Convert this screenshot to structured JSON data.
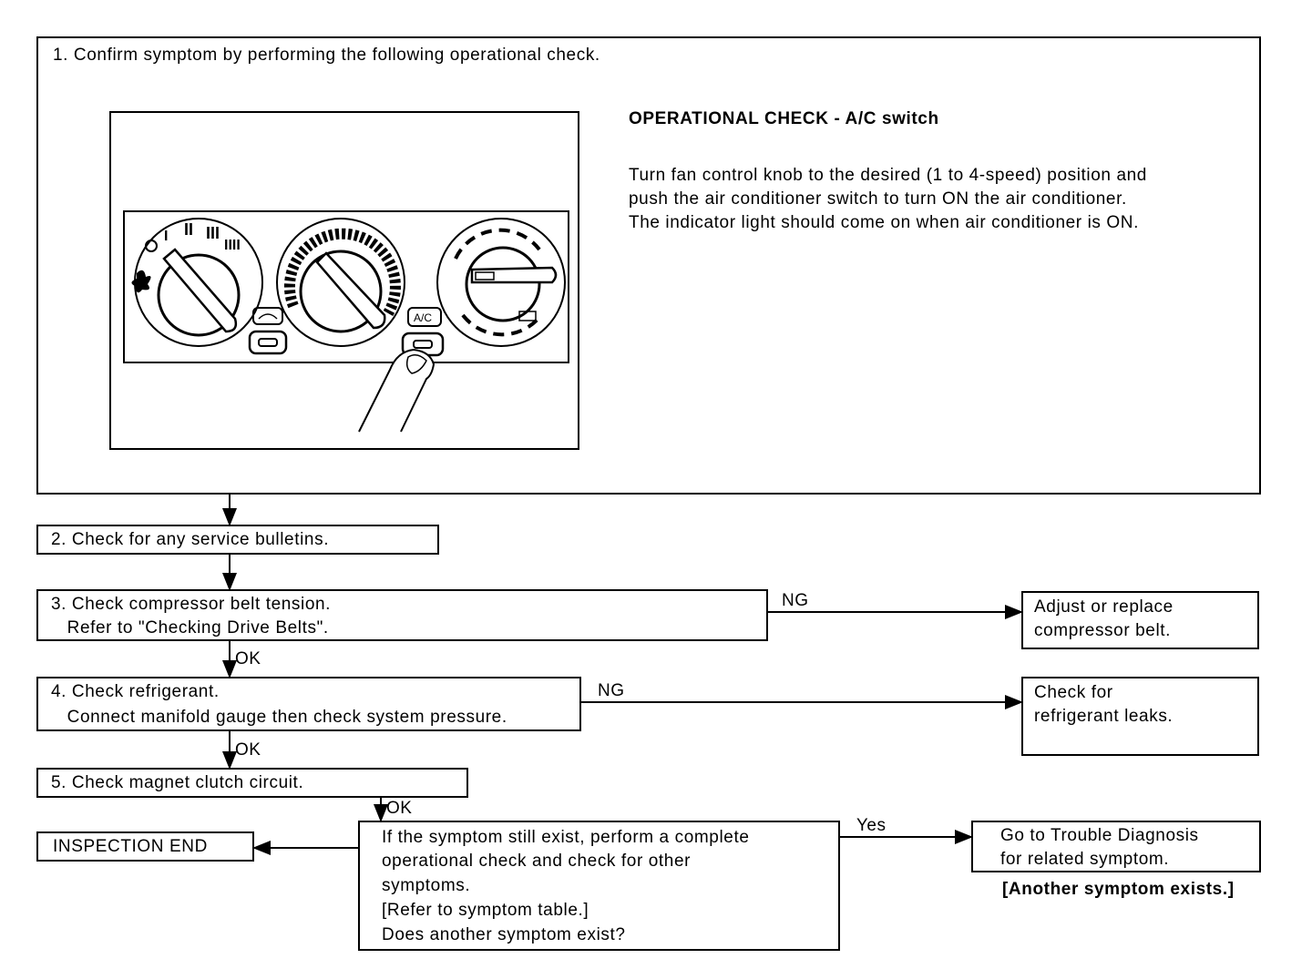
{
  "step1": {
    "text": "1. Confirm symptom by performing the following operational check.",
    "check_title": "OPERATIONAL CHECK - A/C switch",
    "check_lines": [
      "Turn fan control knob to the desired (1 to 4-speed) position and",
      "push the air conditioner switch to turn ON the air conditioner.",
      "The indicator light should come on when air conditioner is ON."
    ],
    "panel": {
      "fan_marks": [
        "I",
        "II",
        "III",
        "IIII"
      ],
      "ac_label": "A/C"
    }
  },
  "step2": {
    "text": "2. Check for any service bulletins."
  },
  "step3": {
    "lines": [
      "3. Check compressor belt tension.",
      "   Refer to \"Checking Drive Belts\"."
    ],
    "ng_label": "NG",
    "ok_label": "OK",
    "ng_result": [
      "Adjust or replace",
      "compressor belt."
    ]
  },
  "step4": {
    "lines": [
      "4. Check refrigerant.",
      "   Connect manifold gauge then check system pressure."
    ],
    "ng_label": "NG",
    "ok_label": "OK",
    "ng_result": [
      "Check for",
      "refrigerant leaks."
    ]
  },
  "step5": {
    "text": "5. Check magnet clutch circuit.",
    "ok_label": "OK"
  },
  "end": {
    "text": "INSPECTION END"
  },
  "question": {
    "lines": [
      "If the symptom still exist, perform a complete",
      "operational check and check for other",
      "symptoms.",
      "[Refer to symptom table.]",
      "Does another symptom exist?"
    ],
    "yes_label": "Yes"
  },
  "trouble": {
    "lines": [
      "Go to Trouble Diagnosis",
      "for related symptom."
    ],
    "note": "[Another symptom exists.]"
  }
}
